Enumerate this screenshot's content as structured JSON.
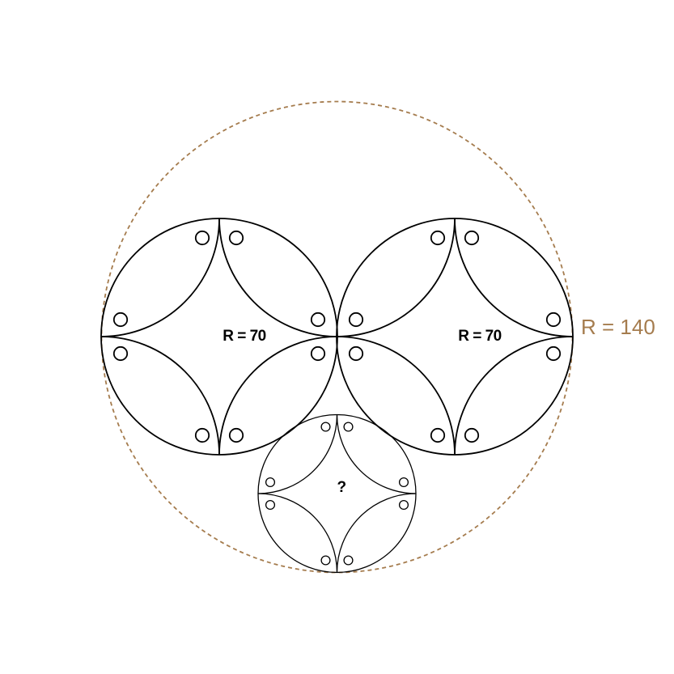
{
  "outer_circle": {
    "label": "R = 140",
    "color": "#A57C4E"
  },
  "circles": [
    {
      "label": "R = 70"
    },
    {
      "label": "R = 70"
    },
    {
      "label": "?"
    }
  ],
  "stroke_color": "#000000"
}
